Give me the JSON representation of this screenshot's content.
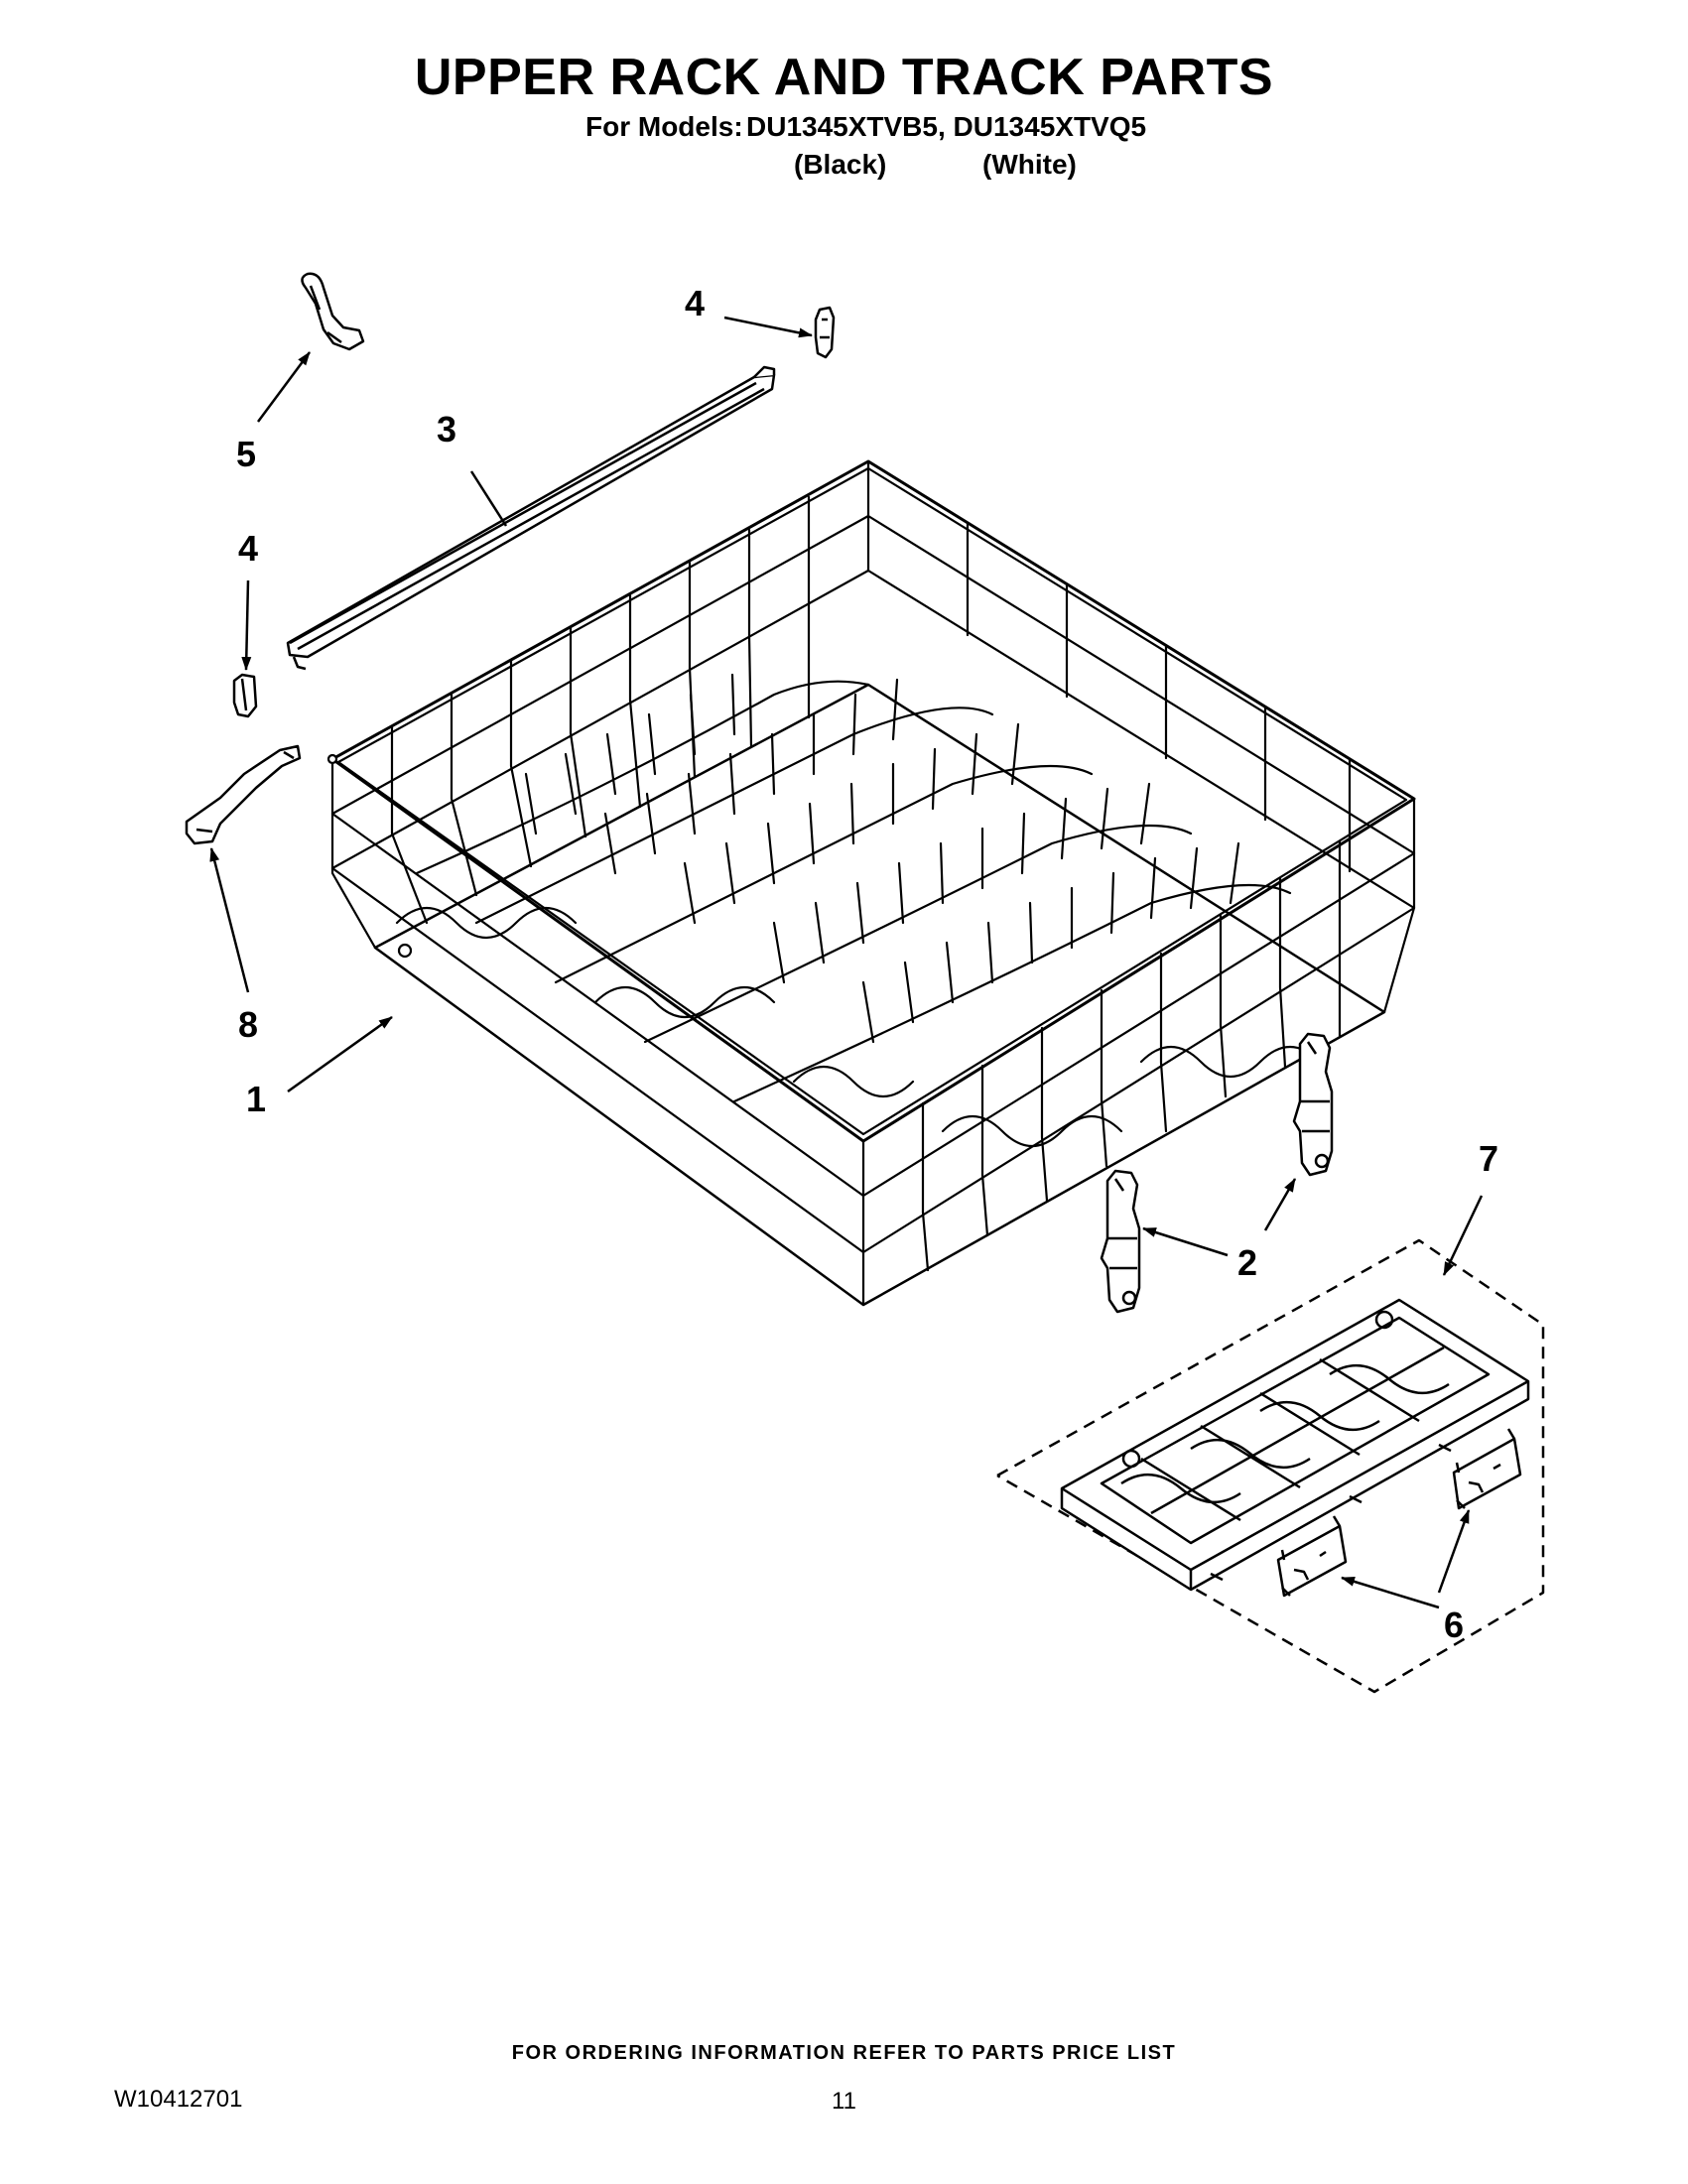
{
  "header": {
    "title": "UPPER RACK AND TRACK PARTS",
    "models_label": "For Models:",
    "models": "DU1345XTVB5, DU1345XTVQ5",
    "color_black": "(Black)",
    "color_white": "(White)"
  },
  "callouts": {
    "c1": "1",
    "c2": "2",
    "c3": "3",
    "c4_top": "4",
    "c4_left": "4",
    "c5": "5",
    "c6": "6",
    "c7": "7",
    "c8": "8"
  },
  "footer": {
    "ordering": "FOR ORDERING INFORMATION REFER TO PARTS PRICE LIST",
    "doc_number": "W10412701",
    "page": "11"
  }
}
